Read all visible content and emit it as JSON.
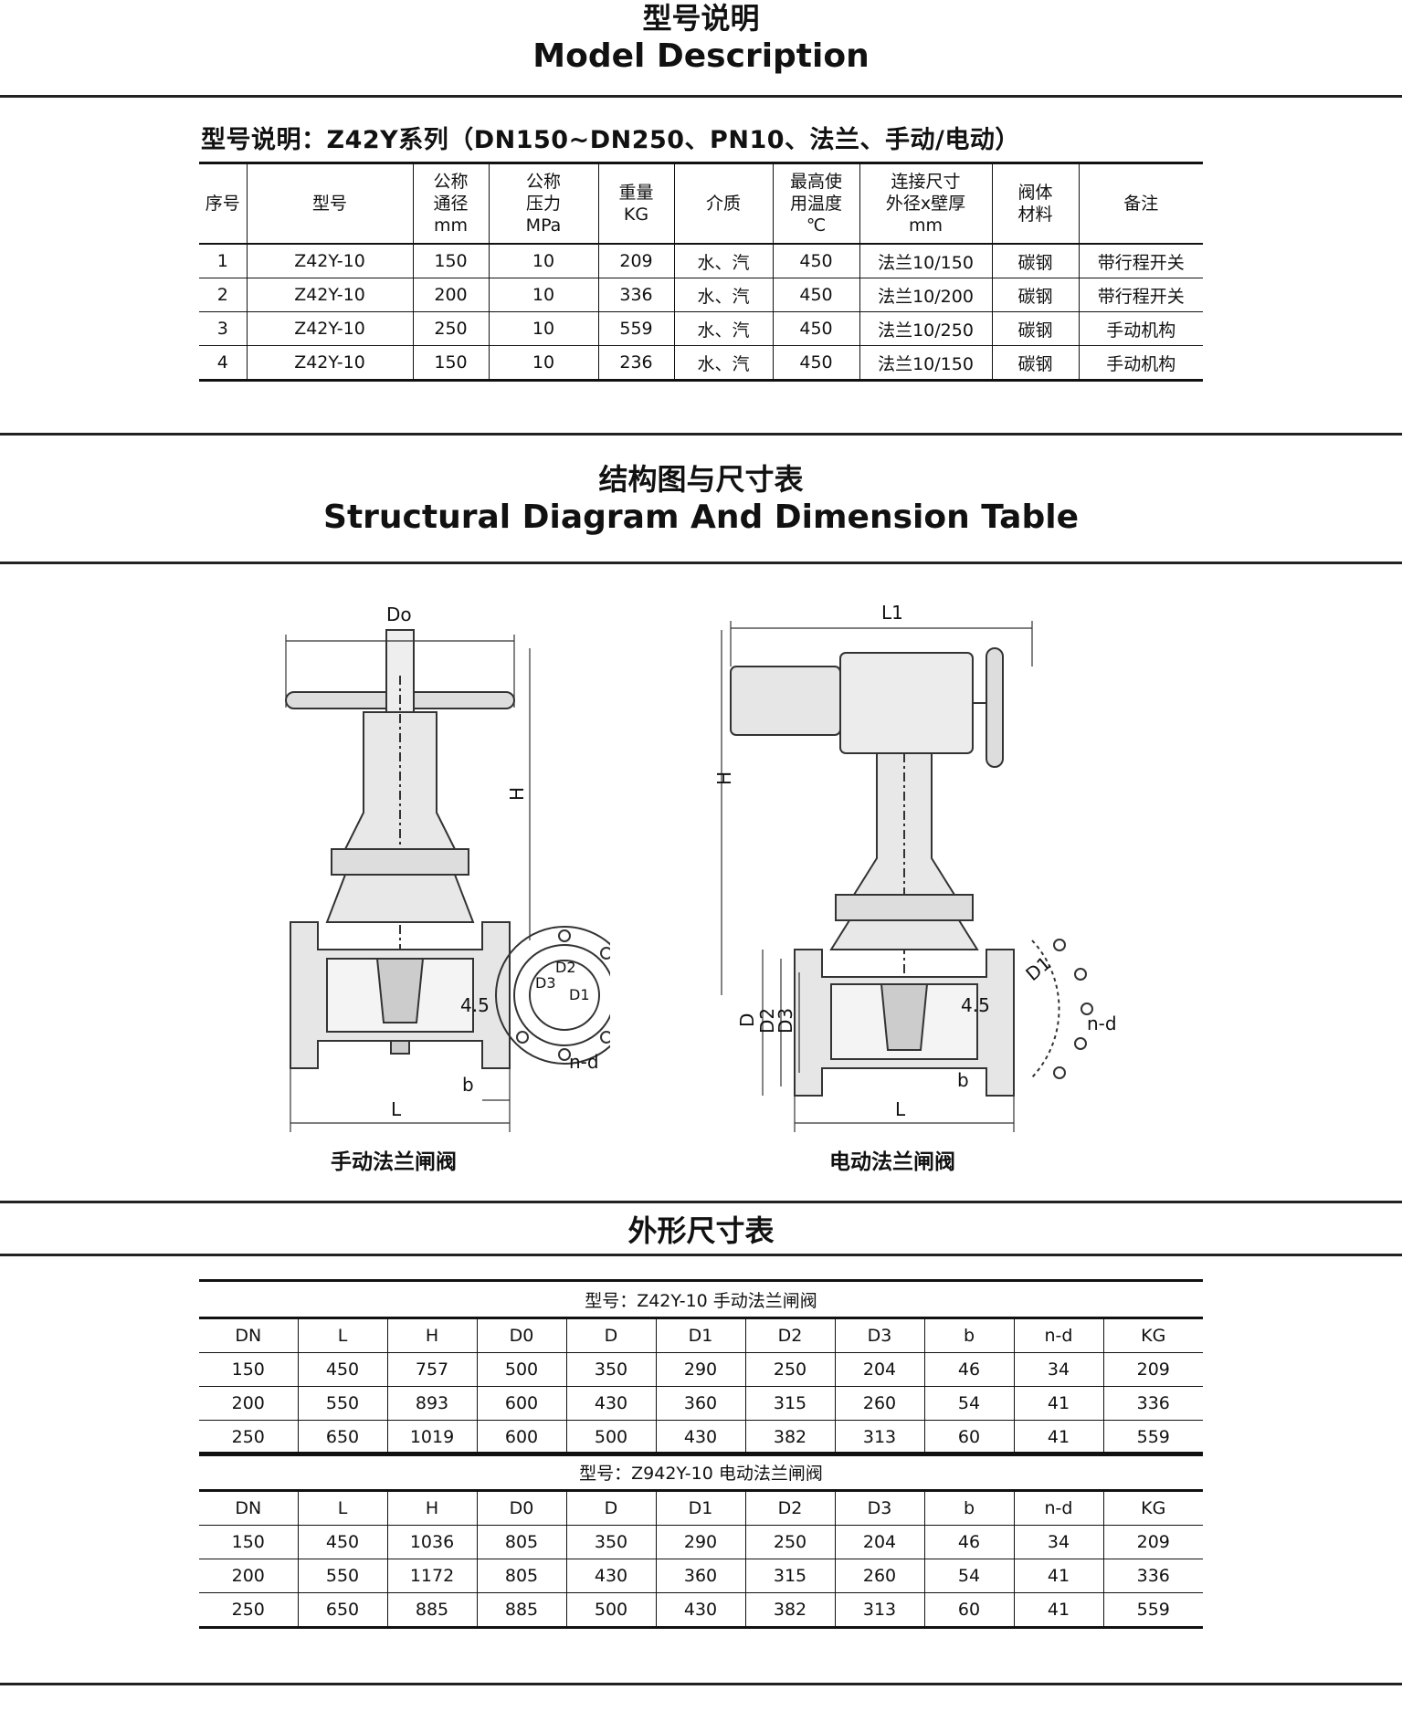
{
  "section1": {
    "title_cn": "型号说明",
    "title_en": "Model Description"
  },
  "model_table": {
    "subtitle": "型号说明：Z42Y系列（DN150~DN250、PN10、法兰、手动/电动）",
    "headers": [
      [
        "序号"
      ],
      [
        "型号"
      ],
      [
        "公称",
        "通径",
        "mm"
      ],
      [
        "公称",
        "压力",
        "MPa"
      ],
      [
        "重量",
        "KG"
      ],
      [
        "介质"
      ],
      [
        "最高使",
        "用温度",
        "℃"
      ],
      [
        "连接尺寸",
        "外径x壁厚",
        "mm"
      ],
      [
        "阀体",
        "材料"
      ],
      [
        "备注"
      ]
    ],
    "rows": [
      [
        "1",
        "Z42Y-10",
        "150",
        "10",
        "209",
        "水、汽",
        "450",
        "法兰10/150",
        "碳钢",
        "带行程开关"
      ],
      [
        "2",
        "Z42Y-10",
        "200",
        "10",
        "336",
        "水、汽",
        "450",
        "法兰10/200",
        "碳钢",
        "带行程开关"
      ],
      [
        "3",
        "Z42Y-10",
        "250",
        "10",
        "559",
        "水、汽",
        "450",
        "法兰10/250",
        "碳钢",
        "手动机构"
      ],
      [
        "4",
        "Z42Y-10",
        "150",
        "10",
        "236",
        "水、汽",
        "450",
        "法兰10/150",
        "碳钢",
        "手动机构"
      ]
    ]
  },
  "section2": {
    "title_cn": "结构图与尺寸表",
    "title_en": "Structural Diagram And Dimension Table"
  },
  "diagram_manual": {
    "caption": "手动法兰闸阀",
    "labels": {
      "do": "Do",
      "h": "H",
      "l": "L",
      "b": "b",
      "d3": "D3",
      "d2": "D2",
      "d1": "D1",
      "nd": "n-d",
      "t": "4.5"
    }
  },
  "diagram_electric": {
    "caption": "电动法兰闸阀",
    "labels": {
      "l1": "L1",
      "h": "H",
      "l": "L",
      "b": "b",
      "d": "D",
      "d2": "D2",
      "d3": "D3",
      "d1": "D1",
      "nd": "n-d",
      "t": "4.5"
    }
  },
  "section3": {
    "title_cn": "外形尺寸表"
  },
  "dim_tables": [
    {
      "caption": "型号：Z42Y-10  手动法兰闸阀",
      "headers": [
        "DN",
        "L",
        "H",
        "D0",
        "D",
        "D1",
        "D2",
        "D3",
        "b",
        "n-d",
        "KG"
      ],
      "rows": [
        [
          "150",
          "450",
          "757",
          "500",
          "350",
          "290",
          "250",
          "204",
          "46",
          "34",
          "209"
        ],
        [
          "200",
          "550",
          "893",
          "600",
          "430",
          "360",
          "315",
          "260",
          "54",
          "41",
          "336"
        ],
        [
          "250",
          "650",
          "1019",
          "600",
          "500",
          "430",
          "382",
          "313",
          "60",
          "41",
          "559"
        ]
      ]
    },
    {
      "caption": "型号：Z942Y-10  电动法兰闸阀",
      "headers": [
        "DN",
        "L",
        "H",
        "D0",
        "D",
        "D1",
        "D2",
        "D3",
        "b",
        "n-d",
        "KG"
      ],
      "rows": [
        [
          "150",
          "450",
          "1036",
          "805",
          "350",
          "290",
          "250",
          "204",
          "46",
          "34",
          "209"
        ],
        [
          "200",
          "550",
          "1172",
          "805",
          "430",
          "360",
          "315",
          "260",
          "54",
          "41",
          "336"
        ],
        [
          "250",
          "650",
          "885",
          "885",
          "500",
          "430",
          "382",
          "313",
          "60",
          "41",
          "559"
        ]
      ]
    }
  ]
}
